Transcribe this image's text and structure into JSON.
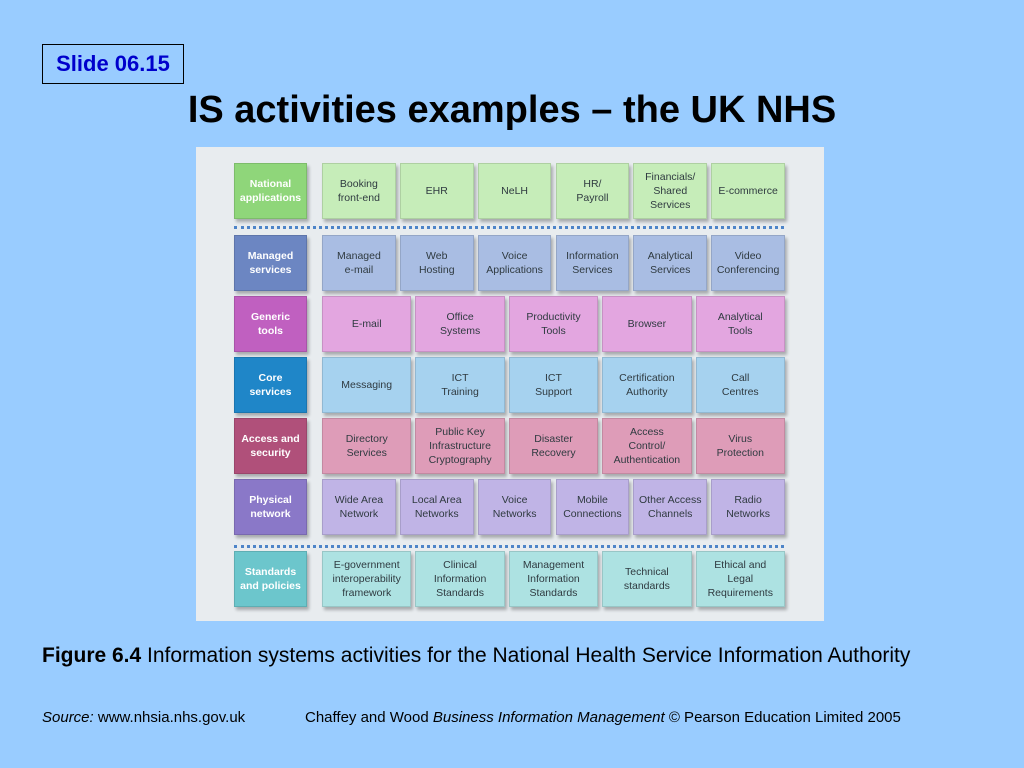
{
  "slide_label": "Slide 06.15",
  "title": "IS activities examples – the UK NHS",
  "figure": {
    "colors": {
      "national": "#8fd67a",
      "national_cell": "#c6edb9",
      "managed": "#6c86c2",
      "managed_cell": "#a9bde3",
      "generic": "#c060c0",
      "generic_cell": "#e3a6e0",
      "core": "#1f86c8",
      "core_cell": "#a6d2ef",
      "access": "#b0507a",
      "access_cell": "#de9cb8",
      "physical": "#8a78c8",
      "physical_cell": "#c0b4e6",
      "standards": "#6cc6cc",
      "standards_cell": "#ade2e2",
      "dotted_separator": "#4d84c8"
    },
    "rows": [
      {
        "category": "National\napplications",
        "items": [
          "Booking\nfront-end",
          "EHR",
          "NeLH",
          "HR/\nPayroll",
          "Financials/\nShared\nServices",
          "E-commerce"
        ]
      },
      {
        "category": "Managed\nservices",
        "items": [
          "Managed\ne-mail",
          "Web\nHosting",
          "Voice\nApplications",
          "Information\nServices",
          "Analytical\nServices",
          "Video\nConferencing"
        ]
      },
      {
        "category": "Generic\ntools",
        "items": [
          "E-mail",
          "Office\nSystems",
          "Productivity\nTools",
          "Browser",
          "Analytical\nTools"
        ]
      },
      {
        "category": "Core\nservices",
        "items": [
          "Messaging",
          "ICT\nTraining",
          "ICT\nSupport",
          "Certification\nAuthority",
          "Call\nCentres"
        ]
      },
      {
        "category": "Access and\nsecurity",
        "items": [
          "Directory\nServices",
          "Public Key\nInfrastructure\nCryptography",
          "Disaster\nRecovery",
          "Access\nControl/\nAuthentication",
          "Virus\nProtection"
        ]
      },
      {
        "category": "Physical\nnetwork",
        "items": [
          "Wide Area\nNetwork",
          "Local Area\nNetworks",
          "Voice\nNetworks",
          "Mobile\nConnections",
          "Other Access\nChannels",
          "Radio\nNetworks"
        ]
      },
      {
        "category": "Standards\nand policies",
        "items": [
          "E-government\ninteroperability\nframework",
          "Clinical\nInformation\nStandards",
          "Management\nInformation\nStandards",
          "Technical\nstandards",
          "Ethical and\nLegal\nRequirements"
        ]
      }
    ]
  },
  "caption": {
    "label": "Figure 6.4",
    "text": " Information systems activities for the National Health Service Information Authority"
  },
  "source": {
    "label": "Source:",
    "text": " www.nhsia.nhs.gov.uk"
  },
  "credit": {
    "authors": "Chaffey and Wood ",
    "book": "Business Information Management",
    "publisher": " © Pearson Education Limited 2005"
  }
}
